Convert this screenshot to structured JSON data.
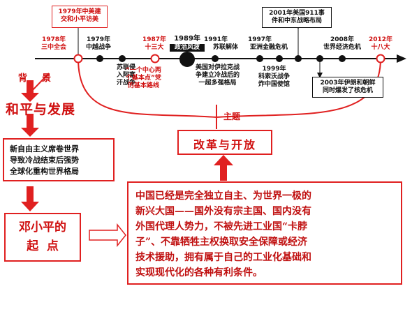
{
  "timeline": {
    "event_1979_box": [
      "1979年中美建",
      "交和小平访美"
    ],
    "y1978": "1978年",
    "y1978_sub": "三中全会",
    "y1979": "1979年",
    "y1979_sub": "中越战争",
    "afghan": [
      "苏联侵",
      "入阿富",
      "汗战争"
    ],
    "y1987": "1987年",
    "y1987_sub": "十三大",
    "one_center": [
      "“一个中心两",
      "个基本点”党",
      "的基本路线"
    ],
    "y1989": "1989年",
    "y1989_sub": "政治风波",
    "y1991": "1991年",
    "y1991_sub": "苏联解体",
    "iraq": [
      "美国对伊拉克战",
      "争建立冷战后的",
      "一超多强格局"
    ],
    "y1997": "1997年",
    "y1997_sub": "亚洲金融危机",
    "y1999": [
      "1999年",
      "科索沃战争",
      "炸中国使馆"
    ],
    "y2001_box": [
      "2001年美国911事",
      "件和中东战略布局"
    ],
    "y2003_box": [
      "2003年伊朗和朝鲜",
      "同时爆发了核危机"
    ],
    "y2008": "2008年",
    "y2008_sub": "世界经济危机",
    "y2012": "2012年",
    "y2012_sub": "十八大"
  },
  "background_label": [
    "背",
    "景"
  ],
  "theme_label": "主题",
  "peace_dev": "和平与发展",
  "left_box": [
    "新自由主义席卷世界",
    "导致冷战结束后强势",
    "全球化重构世界格局"
  ],
  "deng_box": [
    "邓小平的",
    "起  点"
  ],
  "reform_box": "改革与开放",
  "main_box": [
    "中国已经是完全独立自主、为世界一极的",
    "新兴大国——国外没有宗主国、国内没有",
    "外国代理人势力，不被先进工业国“卡脖",
    "子”、不靠牺牲主权换取安全保障或经济",
    "技术援助，拥有属于自己的工业化基础和",
    "实现现代化的各种有利条件。"
  ],
  "colors": {
    "red": "#e02020",
    "dark": "#111111"
  }
}
